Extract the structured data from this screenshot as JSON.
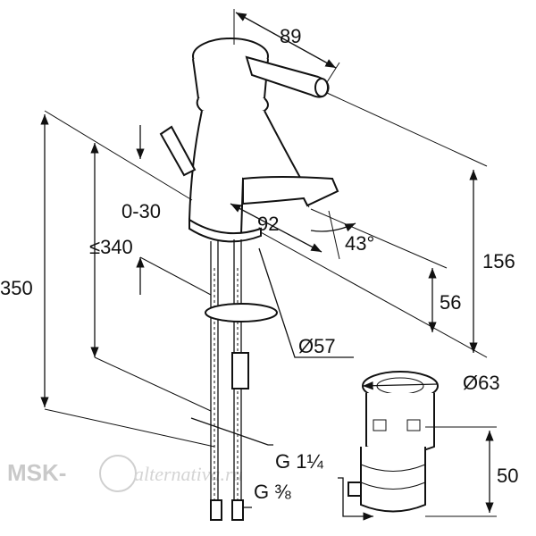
{
  "dimensions": {
    "d89": "89",
    "d92": "92",
    "d43": "43°",
    "d0_30": "0-30",
    "d340": "≤340",
    "d350": "350",
    "d156": "156",
    "d56": "56",
    "d57": "Ø57",
    "d63": "Ø63",
    "d50": "50",
    "g114": "G 1¼",
    "g38": "G ⅜"
  },
  "watermark": {
    "brand": "MSK-",
    "script": "alternativa.ru"
  }
}
